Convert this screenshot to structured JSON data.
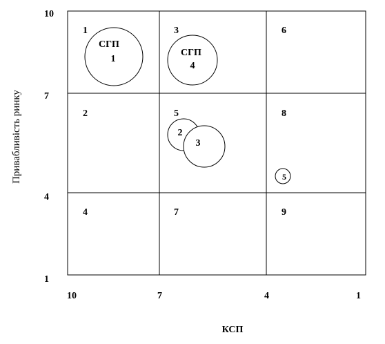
{
  "axes": {
    "x_label": "КСП",
    "y_label": "Привабливість ринку",
    "x_ticks": [
      "10",
      "7",
      "4",
      "1"
    ],
    "y_ticks": [
      "10",
      "7",
      "4",
      "1"
    ]
  },
  "cells": [
    "1",
    "3",
    "6",
    "2",
    "5",
    "8",
    "4",
    "7",
    "9"
  ],
  "circles": [
    {
      "line1": "СГП",
      "line2": "1"
    },
    {
      "line1": "СГП",
      "line2": "4"
    },
    {
      "line1": "",
      "line2": "2"
    },
    {
      "line1": "",
      "line2": "3"
    },
    {
      "line1": "",
      "line2": "5"
    }
  ]
}
